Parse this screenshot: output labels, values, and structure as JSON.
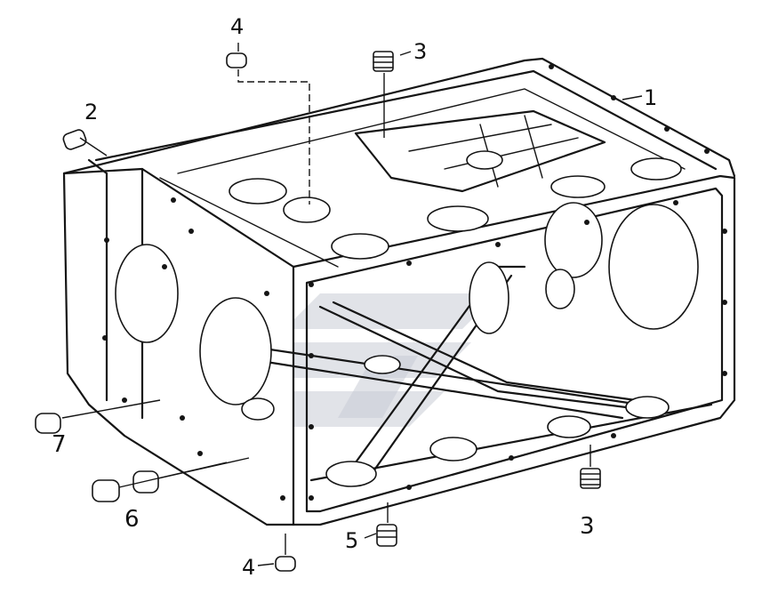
{
  "diagram": {
    "callouts": [
      {
        "id": "c1",
        "label": "1"
      },
      {
        "id": "c2",
        "label": "2"
      },
      {
        "id": "c3a",
        "label": "3"
      },
      {
        "id": "c3b",
        "label": "3"
      },
      {
        "id": "c4a",
        "label": "4"
      },
      {
        "id": "c4b",
        "label": "4"
      },
      {
        "id": "c5",
        "label": "5"
      },
      {
        "id": "c6",
        "label": "6"
      },
      {
        "id": "c7",
        "label": "7"
      }
    ]
  }
}
